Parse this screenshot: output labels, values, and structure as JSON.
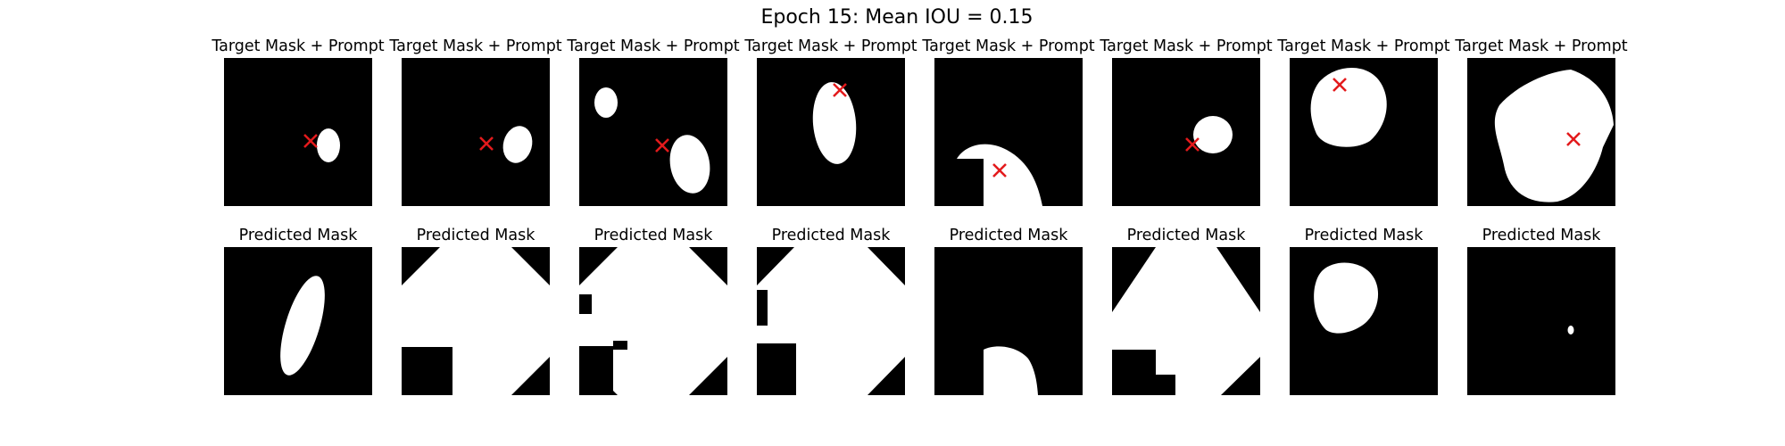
{
  "figure": {
    "title": "Epoch 15: Mean IOU = 0.15"
  },
  "colors": {
    "background": "#ffffff",
    "mask_background": "#000000",
    "mask_foreground": "#ffffff",
    "prompt_marker": "#e31a1c"
  },
  "chart_data": {
    "type": "image-grid",
    "rows": [
      {
        "panel_title": "Target Mask + Prompt",
        "panels": [
          {
            "index": 1,
            "content": "small blob, prompt point at left edge"
          },
          {
            "index": 2,
            "content": "small blob, prompt point left of blob"
          },
          {
            "index": 3,
            "content": "two blobs, prompt point beside lower blob"
          },
          {
            "index": 4,
            "content": "elongated blob, prompt at top"
          },
          {
            "index": 5,
            "content": "region entering from bottom, prompt inside"
          },
          {
            "index": 6,
            "content": "round blob, prompt at lower-left edge"
          },
          {
            "index": 7,
            "content": "large blob, prompt near top"
          },
          {
            "index": 8,
            "content": "very large blob, prompt at center"
          }
        ]
      },
      {
        "panel_title": "Predicted Mask",
        "panels": [
          {
            "index": 1,
            "content": "elongated tilted blob"
          },
          {
            "index": 2,
            "content": "large octagonal fill with dark gaps"
          },
          {
            "index": 3,
            "content": "large octagonal fill with dark gaps"
          },
          {
            "index": 4,
            "content": "large octagonal fill with dark gaps"
          },
          {
            "index": 5,
            "content": "small region at bottom"
          },
          {
            "index": 6,
            "content": "large octagonal fill with dark gaps"
          },
          {
            "index": 7,
            "content": "irregular blob"
          },
          {
            "index": 8,
            "content": "tiny dot"
          }
        ]
      }
    ]
  }
}
